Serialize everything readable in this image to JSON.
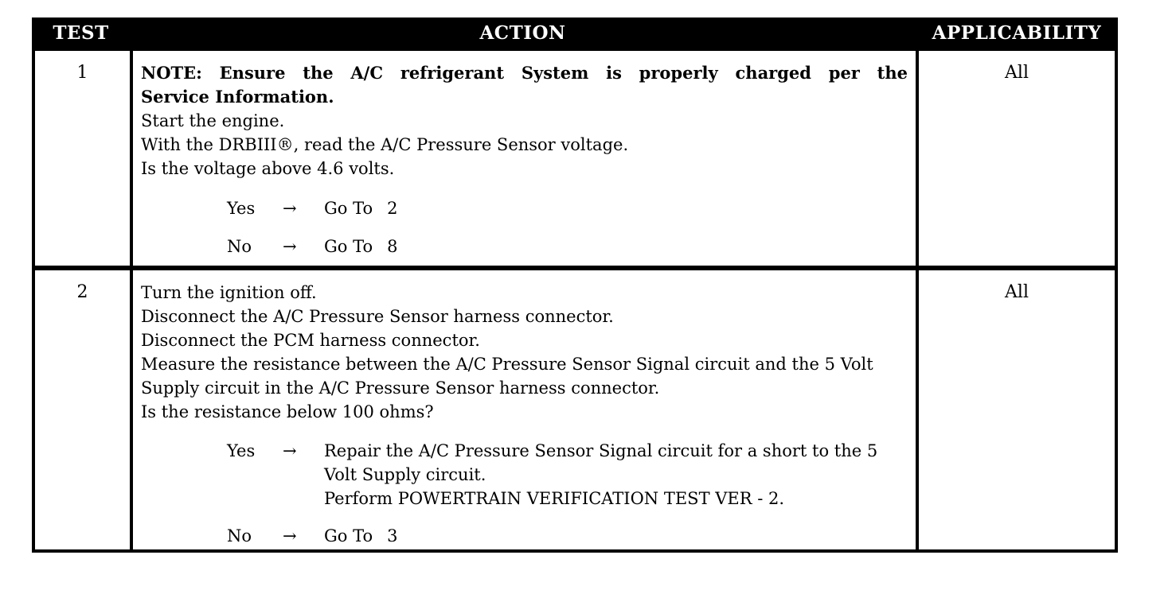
{
  "colors": {
    "header_bg": "#000000",
    "header_text": "#ffffff",
    "body_text": "#000000",
    "border": "#000000",
    "page_bg": "#ffffff"
  },
  "table": {
    "headers": {
      "test": "TEST",
      "action": "ACTION",
      "applicability": "APPLICABILITY"
    },
    "rows": [
      {
        "test_number": "1",
        "applicability": "All",
        "note_lines": [
          "NOTE: Ensure the A/C refrigerant System is properly charged per the",
          "Service Information."
        ],
        "action_lines": [
          "Start the engine.",
          "With the DRBIII®, read the A/C Pressure Sensor voltage.",
          "Is the voltage above 4.6 volts."
        ],
        "results": [
          {
            "answer": "Yes",
            "arrow": "→",
            "goto_label": "Go To",
            "goto_target": "2"
          },
          {
            "answer": "No",
            "arrow": "→",
            "goto_label": "Go To",
            "goto_target": "8"
          }
        ]
      },
      {
        "test_number": "2",
        "applicability": "All",
        "action_lines": [
          "Turn the ignition off.",
          "Disconnect the A/C Pressure Sensor harness connector.",
          "Disconnect the PCM harness connector.",
          "Measure the resistance between the A/C Pressure Sensor Signal circuit and the 5 Volt",
          "Supply circuit in the A/C Pressure Sensor harness connector.",
          "Is the resistance below 100 ohms?"
        ],
        "results": [
          {
            "answer": "Yes",
            "arrow": "→",
            "lines": [
              "Repair the A/C Pressure Sensor Signal circuit for a short to the 5",
              "Volt Supply circuit.",
              "Perform POWERTRAIN VERIFICATION TEST VER - 2."
            ]
          },
          {
            "answer": "No",
            "arrow": "→",
            "goto_label": "Go To",
            "goto_target": "3"
          }
        ]
      }
    ]
  }
}
